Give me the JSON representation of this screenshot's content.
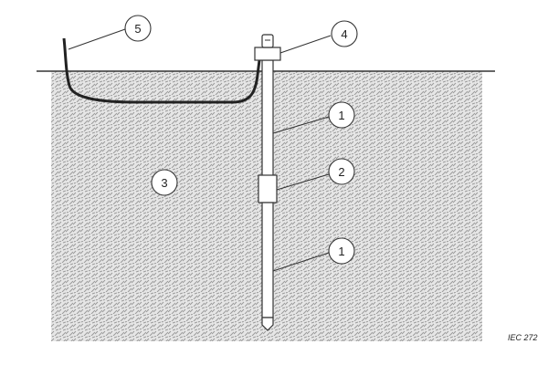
{
  "callouts": [
    {
      "label": "1",
      "part": "rod section"
    },
    {
      "label": "2",
      "part": "coupling"
    },
    {
      "label": "3",
      "part": "soil"
    },
    {
      "label": "4",
      "part": "clamp"
    },
    {
      "label": "5",
      "part": "conductor"
    },
    {
      "label": "1",
      "part": "rod section"
    }
  ],
  "figure_ref": "IEC 272",
  "colors": {
    "soil_fill": "#e6e6e6",
    "soil_pattern": "#9a9a9a",
    "line": "#333333",
    "conductor": "#222222",
    "rod_fill": "#ffffff",
    "background": "#ffffff"
  }
}
